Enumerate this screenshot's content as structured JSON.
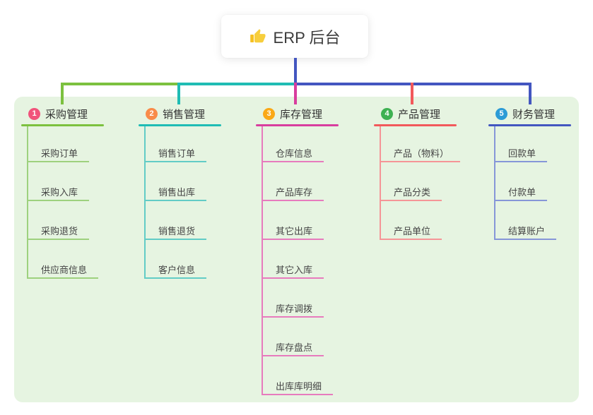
{
  "root": {
    "label": "ERP 后台",
    "icon": "thumbs-up-icon",
    "icon_color": "#F5C021"
  },
  "colors": {
    "panel_bg": "#e6f4e1",
    "stem": "#4356C0",
    "text_dark": "#333333",
    "text_child": "#454545"
  },
  "branches": [
    {
      "num": "1",
      "label": "采购管理",
      "badge_color": "#F1537B",
      "line_color": "#7CC13F",
      "child_line_color": "#9ED17E",
      "children": [
        "采购订单",
        "采购入库",
        "采购退货",
        "供应商信息"
      ]
    },
    {
      "num": "2",
      "label": "销售管理",
      "badge_color": "#F98B49",
      "line_color": "#1FBCB4",
      "child_line_color": "#62CCC6",
      "children": [
        "销售订单",
        "销售出库",
        "销售退货",
        "客户信息"
      ]
    },
    {
      "num": "3",
      "label": "库存管理",
      "badge_color": "#FAA816",
      "line_color": "#D83D9E",
      "child_line_color": "#E77BBD",
      "children": [
        "仓库信息",
        "产品库存",
        "其它出库",
        "其它入库",
        "库存调拨",
        "库存盘点",
        "出库库明细"
      ]
    },
    {
      "num": "4",
      "label": "产品管理",
      "badge_color": "#3EB152",
      "line_color": "#F2595B",
      "child_line_color": "#F59597",
      "children": [
        "产品（物料）",
        "产品分类",
        "产品单位"
      ]
    },
    {
      "num": "5",
      "label": "财务管理",
      "badge_color": "#2C9BD6",
      "line_color": "#4356C0",
      "child_line_color": "#8696D8",
      "children": [
        "回款单",
        "付款单",
        "结算账户"
      ]
    }
  ]
}
